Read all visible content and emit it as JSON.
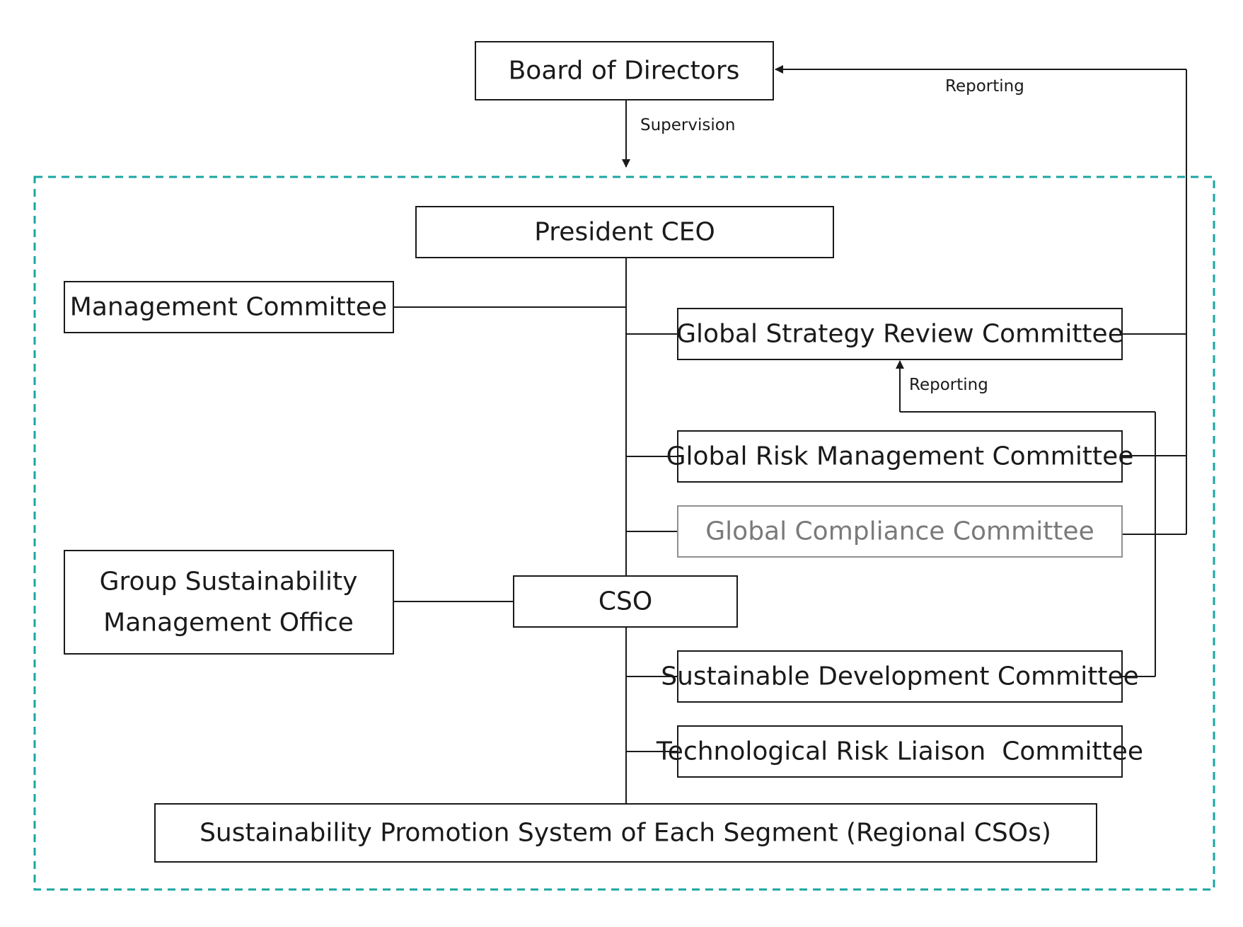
{
  "nodes": {
    "board": "Board of Directors",
    "president": "President CEO",
    "management": "Management Committee",
    "strategy": "Global Strategy Review Committee",
    "risk": "Global Risk Management Committee",
    "compliance": "Global Compliance Committee",
    "sustainability_office_line1": "Group Sustainability",
    "sustainability_office_line2": "Management Office",
    "cso": "CSO",
    "sustainable_dev": "Sustainable Development Committee",
    "tech_risk": "Technological Risk Liaison  Committee",
    "promotion": "Sustainability Promotion System of Each Segment (Regional CSOs)"
  },
  "edges": {
    "supervision": "Supervision",
    "reporting_board": "Reporting",
    "reporting_strategy": "Reporting"
  },
  "colors": {
    "line": "#1a1a1a",
    "boundary_dashed": "#1aa6a0",
    "muted_text": "#7a7a7a",
    "muted_border": "#8f8f8f"
  }
}
